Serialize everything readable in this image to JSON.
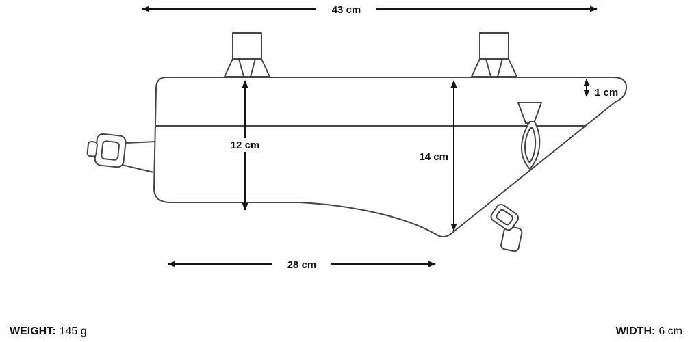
{
  "diagram": {
    "dimensions": {
      "top_width": "43 cm",
      "left_height": "12 cm",
      "center_height": "14 cm",
      "top_right_height": "1 cm",
      "bottom_width": "28 cm"
    },
    "footer": {
      "weight_label": "WEIGHT:",
      "weight_value": "145 g",
      "width_label": "WIDTH:",
      "width_value": "6 cm"
    },
    "colors": {
      "drawing_line": "#454545",
      "dimension_line": "#141414"
    }
  }
}
